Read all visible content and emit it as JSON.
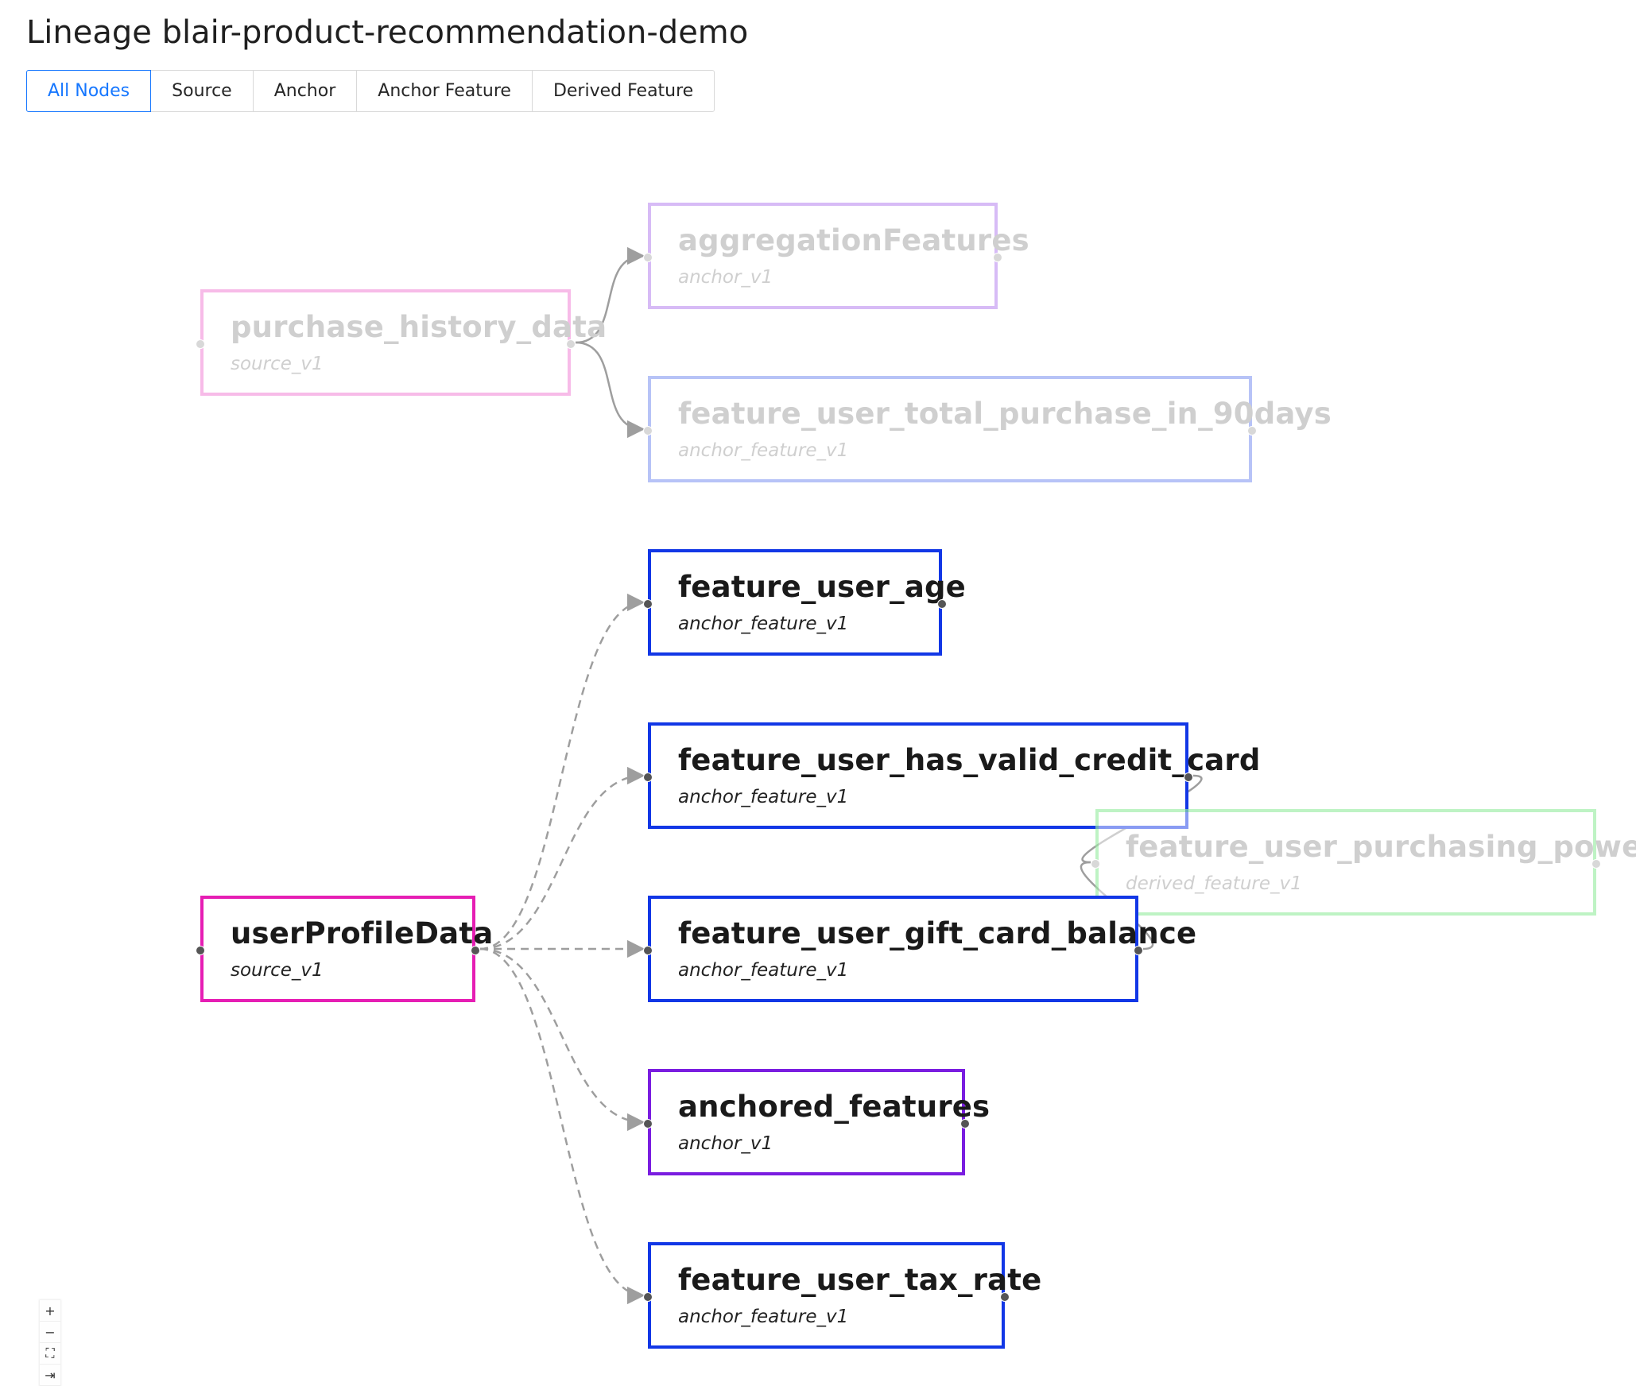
{
  "header": {
    "title": "Lineage blair-product-recommendation-demo"
  },
  "tabs": [
    {
      "label": "All Nodes",
      "active": true
    },
    {
      "label": "Source",
      "active": false
    },
    {
      "label": "Anchor",
      "active": false
    },
    {
      "label": "Anchor Feature",
      "active": false
    },
    {
      "label": "Derived Feature",
      "active": false
    }
  ],
  "colors": {
    "source": "#e61eb4",
    "anchor": "#7a1de0",
    "anchor_feature": "#1237e6",
    "derived_feature": "#27d83a",
    "edge": "#9e9e9e",
    "active_tab": "#1677ff"
  },
  "nodes": [
    {
      "id": "purchase_history_data",
      "name": "purchase_history_data",
      "version": "source_v1",
      "type": "source",
      "faded": true
    },
    {
      "id": "aggregationFeatures",
      "name": "aggregationFeatures",
      "version": "anchor_v1",
      "type": "anchor",
      "faded": true
    },
    {
      "id": "feature_user_total_purchase_in_90days",
      "name": "feature_user_total_purchase_in_90days",
      "version": "anchor_feature_v1",
      "type": "anchor_feature",
      "faded": true
    },
    {
      "id": "feature_user_age",
      "name": "feature_user_age",
      "version": "anchor_feature_v1",
      "type": "anchor_feature",
      "faded": false
    },
    {
      "id": "feature_user_has_valid_credit_card",
      "name": "feature_user_has_valid_credit_card",
      "version": "anchor_feature_v1",
      "type": "anchor_feature",
      "faded": false
    },
    {
      "id": "feature_user_purchasing_power",
      "name": "feature_user_purchasing_power",
      "version": "derived_feature_v1",
      "type": "derived_feature",
      "faded": true
    },
    {
      "id": "userProfileData",
      "name": "userProfileData",
      "version": "source_v1",
      "type": "source",
      "faded": false
    },
    {
      "id": "feature_user_gift_card_balance",
      "name": "feature_user_gift_card_balance",
      "version": "anchor_feature_v1",
      "type": "anchor_feature",
      "faded": false
    },
    {
      "id": "anchored_features",
      "name": "anchored_features",
      "version": "anchor_v1",
      "type": "anchor",
      "faded": false
    },
    {
      "id": "feature_user_tax_rate",
      "name": "feature_user_tax_rate",
      "version": "anchor_feature_v1",
      "type": "anchor_feature",
      "faded": false
    }
  ],
  "edges": [
    {
      "from": "purchase_history_data",
      "to": "aggregationFeatures",
      "style": "solid"
    },
    {
      "from": "purchase_history_data",
      "to": "feature_user_total_purchase_in_90days",
      "style": "solid"
    },
    {
      "from": "userProfileData",
      "to": "feature_user_age",
      "style": "dashed"
    },
    {
      "from": "userProfileData",
      "to": "feature_user_has_valid_credit_card",
      "style": "dashed"
    },
    {
      "from": "userProfileData",
      "to": "feature_user_gift_card_balance",
      "style": "dashed"
    },
    {
      "from": "userProfileData",
      "to": "anchored_features",
      "style": "dashed"
    },
    {
      "from": "userProfileData",
      "to": "feature_user_tax_rate",
      "style": "dashed"
    },
    {
      "from": "feature_user_has_valid_credit_card",
      "to": "feature_user_purchasing_power",
      "style": "solid"
    },
    {
      "from": "feature_user_gift_card_balance",
      "to": "feature_user_purchasing_power",
      "style": "solid"
    }
  ],
  "zoom_controls": [
    {
      "name": "zoom-in-icon",
      "label": "+"
    },
    {
      "name": "zoom-out-icon",
      "label": "−"
    },
    {
      "name": "fit-view-icon",
      "label": "⛶"
    },
    {
      "name": "lock-icon",
      "label": "⇥"
    }
  ]
}
